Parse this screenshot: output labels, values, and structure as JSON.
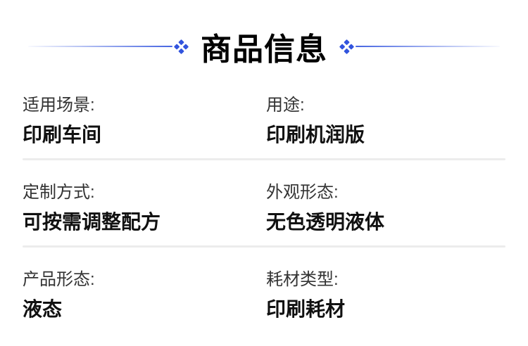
{
  "theme": {
    "background": "#ffffff",
    "accent_blue": "#3254de",
    "divider_gray": "#ececec",
    "label_color": "#333333",
    "value_color": "#111111"
  },
  "header": {
    "title": "商品信息",
    "ornament": "diamond-cluster"
  },
  "rows": [
    {
      "left": {
        "label": "适用场景:",
        "value": "印刷车间"
      },
      "right": {
        "label": "用途:",
        "value": "印刷机润版"
      }
    },
    {
      "left": {
        "label": "定制方式:",
        "value": "可按需调整配方"
      },
      "right": {
        "label": "外观形态:",
        "value": "无色透明液体"
      }
    },
    {
      "left": {
        "label": "产品形态:",
        "value": "液态"
      },
      "right": {
        "label": "耗材类型:",
        "value": "印刷耗材"
      }
    }
  ]
}
